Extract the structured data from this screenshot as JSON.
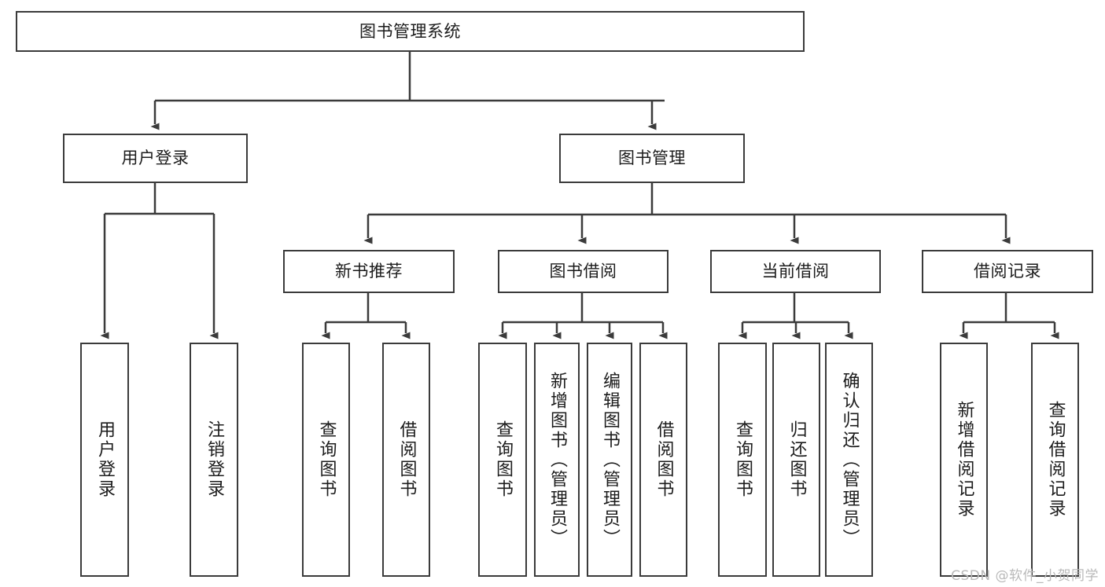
{
  "diagram": {
    "title": "图书管理系统",
    "watermark": "CSDN @软件_小贺同学",
    "colors": {
      "box_border": "#3b3b3b",
      "box_fill": "#ffffff",
      "edge": "#3b3b3b",
      "text": "#1c1c1c",
      "watermark": "#b9b9b9",
      "background": "#ffffff"
    },
    "nodes": {
      "root": "图书管理系统",
      "level2": [
        "用户登录",
        "图书管理"
      ],
      "level3": [
        "新书推荐",
        "图书借阅",
        "当前借阅",
        "借阅记录"
      ],
      "leaves_user_login": [
        "用户登录",
        "注销登录"
      ],
      "leaves_new_book": [
        "查询图书",
        "借阅图书"
      ],
      "leaves_borrow": [
        "查询图书",
        "新增图书（管理员）",
        "编辑图书（管理员）",
        "借阅图书"
      ],
      "leaves_current": [
        "查询图书",
        "归还图书",
        "确认归还（管理员）"
      ],
      "leaves_records": [
        "新增借阅记录",
        "查询借阅记录"
      ]
    }
  }
}
